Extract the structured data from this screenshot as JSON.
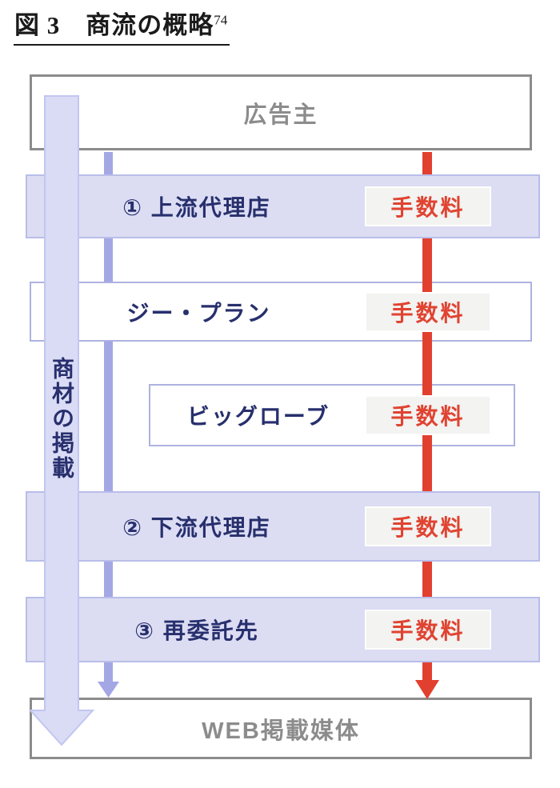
{
  "figure": {
    "title": "図 3　商流の概略",
    "title_footnote": "74"
  },
  "diagram": {
    "advertiser_box": "広告主",
    "publisher_box": "WEB掲載媒体",
    "left_arrow_label": "商材の掲載",
    "fee_label": "手数料",
    "rows": [
      {
        "label": "① 上流代理店",
        "type": "band"
      },
      {
        "label": "ジー・プラン",
        "type": "outline"
      },
      {
        "label": "ビッグローブ",
        "type": "outline-indented"
      },
      {
        "label": "② 下流代理店",
        "type": "band"
      },
      {
        "label": "③ 再委託先",
        "type": "band"
      }
    ],
    "colors": {
      "band_fill": "#dcddf3",
      "band_border": "#b9bde9",
      "outline_box_border": "#aeb2df",
      "gray_box_border": "#8c8c8c",
      "gray_label": "#8c8c8c",
      "navy_label": "#272f6d",
      "fee_red": "#e04331",
      "fee_box_fill": "#f3f3f1",
      "wide_arrow_fill": "#dadcf6",
      "wide_arrow_border": "#c2c6f0",
      "thin_arrow": "#a3a7e4",
      "red_arrow": "#e2402f"
    }
  }
}
